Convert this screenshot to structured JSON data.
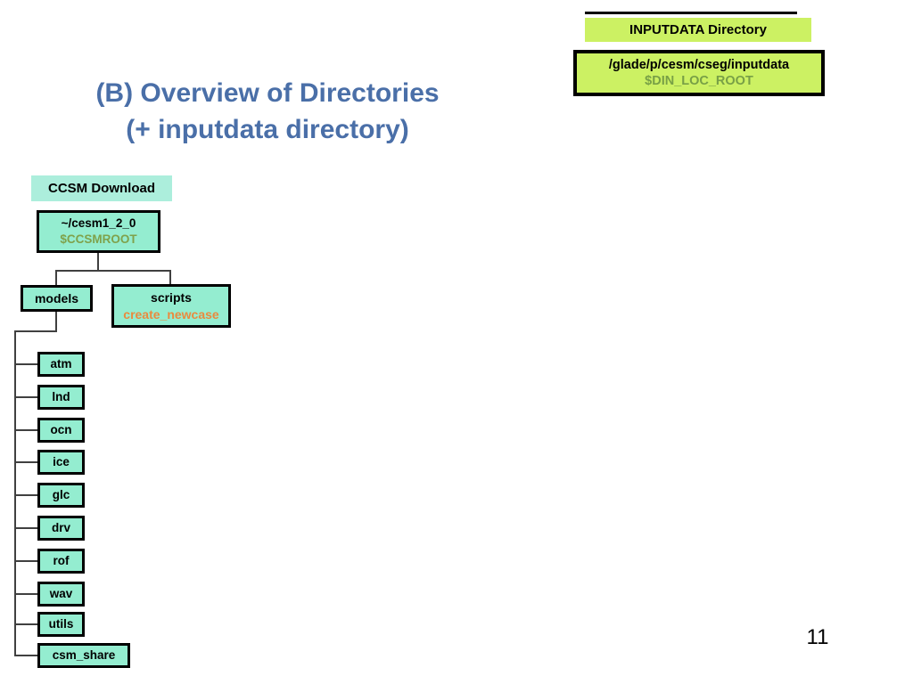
{
  "colors": {
    "tree_box_fill": "#94edd0",
    "download_label_fill": "#aceedc",
    "inputdata_fill": "#ccf163",
    "title_blue": "#4a6fa8",
    "env_var_olive": "#7fa24b",
    "script_orange": "#ea8a3e",
    "border_black": "#000000",
    "connector_gray": "#404040"
  },
  "slide": {
    "title_line1": "(B) Overview of Directories",
    "title_line2": "(+ inputdata directory)",
    "page_number": "11"
  },
  "inputdata": {
    "header": "INPUTDATA Directory",
    "path": "/glade/p/cesm/cseg/inputdata",
    "env_var": "$DIN_LOC_ROOT"
  },
  "download": {
    "label": "CCSM Download"
  },
  "tree": {
    "root": {
      "path": "~/cesm1_2_0",
      "env_var": "$CCSMROOT"
    },
    "branches": [
      {
        "label": "models"
      },
      {
        "label": "scripts",
        "sub_label": "create_newcase"
      }
    ],
    "model_children": [
      {
        "label": "atm"
      },
      {
        "label": "lnd"
      },
      {
        "label": "ocn"
      },
      {
        "label": "ice"
      },
      {
        "label": "glc"
      },
      {
        "label": "drv"
      },
      {
        "label": "rof"
      },
      {
        "label": "wav"
      },
      {
        "label": "utils"
      },
      {
        "label": "csm_share"
      }
    ]
  }
}
